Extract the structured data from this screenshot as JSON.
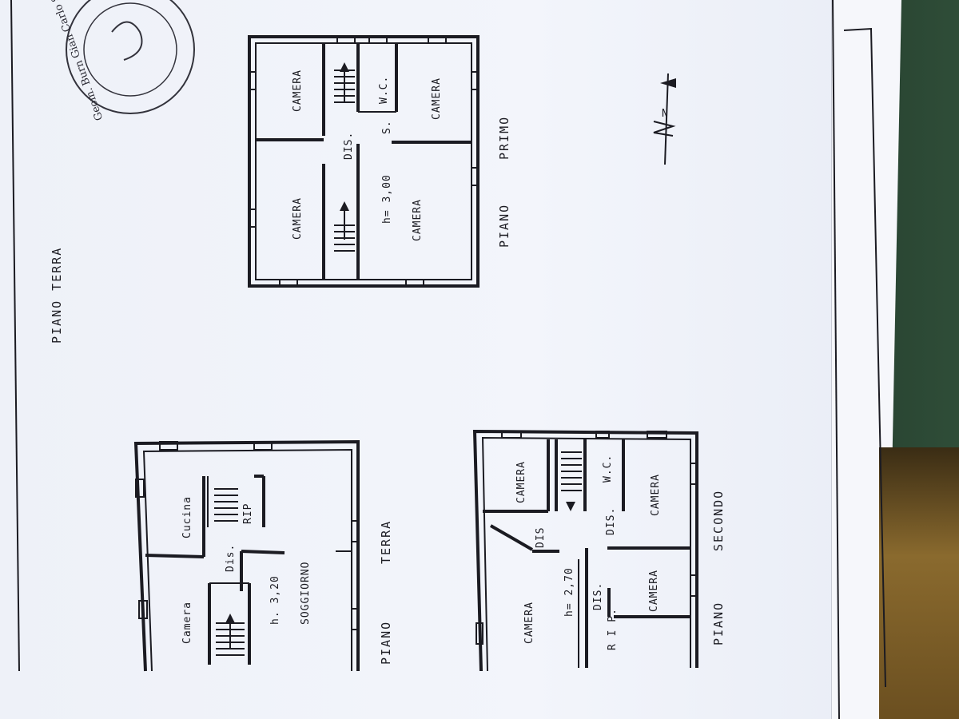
{
  "document": {
    "stamp_text": "Geom. Burn Gian Carlo Spinello",
    "north_arrow_label": "N"
  },
  "plan_terra": {
    "title": "PIANO TERRA",
    "page_title_rotated": "PIANO TERRA",
    "rooms": {
      "cucina": "Cucina",
      "camera": "Camera",
      "dis": "Dis.",
      "rip": "RIP",
      "soggiorno": "SOGGIORNO",
      "height": "h. 3,20"
    },
    "footer_word_1": "PIANO",
    "footer_word_2": "TERRA"
  },
  "plan_primo": {
    "title_word_1": "PIANO",
    "title_word_2": "PRIMO",
    "rooms": {
      "camera_tl": "CAMERA",
      "camera_tr": "CAMERA",
      "camera_bl": "CAMERA",
      "camera_br": "CAMERA",
      "wc": "W.C.",
      "dis": "DIS.",
      "s": "S.",
      "height": "h= 3,00"
    }
  },
  "plan_secondo": {
    "title_word_1": "PIANO",
    "title_word_2": "SECONDO",
    "rooms": {
      "camera_top": "CAMERA",
      "camera_left": "CAMERA",
      "camera_right": "CAMERA",
      "camera_mid": "CAMERA",
      "wc": "W.C.",
      "dis_1": "DIS",
      "dis_2": "DIS.",
      "dis_3": "DIS.",
      "rip": "R I P.",
      "height": "h= 2,70"
    }
  },
  "colors": {
    "ink": "#1b1b22",
    "paper": "#f1f3f9"
  }
}
